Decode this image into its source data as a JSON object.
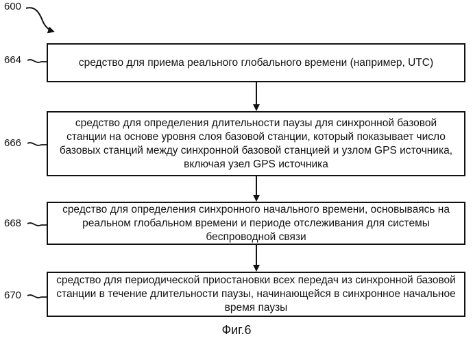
{
  "figure": {
    "ref_label": "600",
    "caption": "Фиг.6"
  },
  "steps": [
    {
      "ref": "664",
      "text": "средство для приема реального глобального времени (например, UTC)"
    },
    {
      "ref": "666",
      "text": "средство для определения длительности паузы для синхронной базовой\nстанции на основе уровня слоя базовой станции, который показывает число\nбазовых станций между синхронной базовой станцией и узлом GPS источника,\nвключая узел GPS источника"
    },
    {
      "ref": "668",
      "text": "средство для определения синхронного начального времени, основываясь на\nреальном глобальном времени и периоде отслеживания для системы\nбеспроводной связи"
    },
    {
      "ref": "670",
      "text": "средство для периодической приостановки всех передач из синхронной базовой\nстанции в течение длительности паузы, начинающейся в синхронное начальное\nвремя паузы"
    }
  ]
}
